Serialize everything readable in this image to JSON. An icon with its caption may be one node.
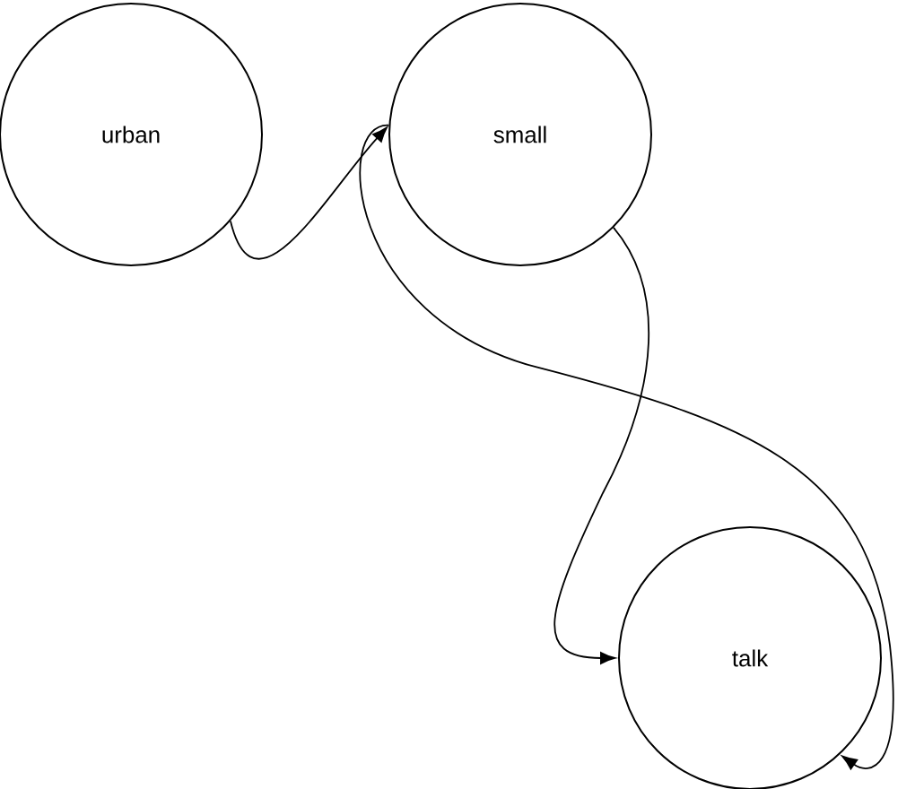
{
  "diagram": {
    "nodes": [
      {
        "text": [
          "urban"
        ]
      },
      {
        "text": [
          "small"
        ]
      },
      {
        "text": [
          "talk"
        ]
      }
    ],
    "edges": [
      {
        "from": 0,
        "to": 1,
        "arrow": "to"
      },
      {
        "from": 1,
        "to": 2,
        "arrow": "to"
      },
      {
        "from": 1,
        "to": 2,
        "arrow": "to"
      }
    ]
  }
}
